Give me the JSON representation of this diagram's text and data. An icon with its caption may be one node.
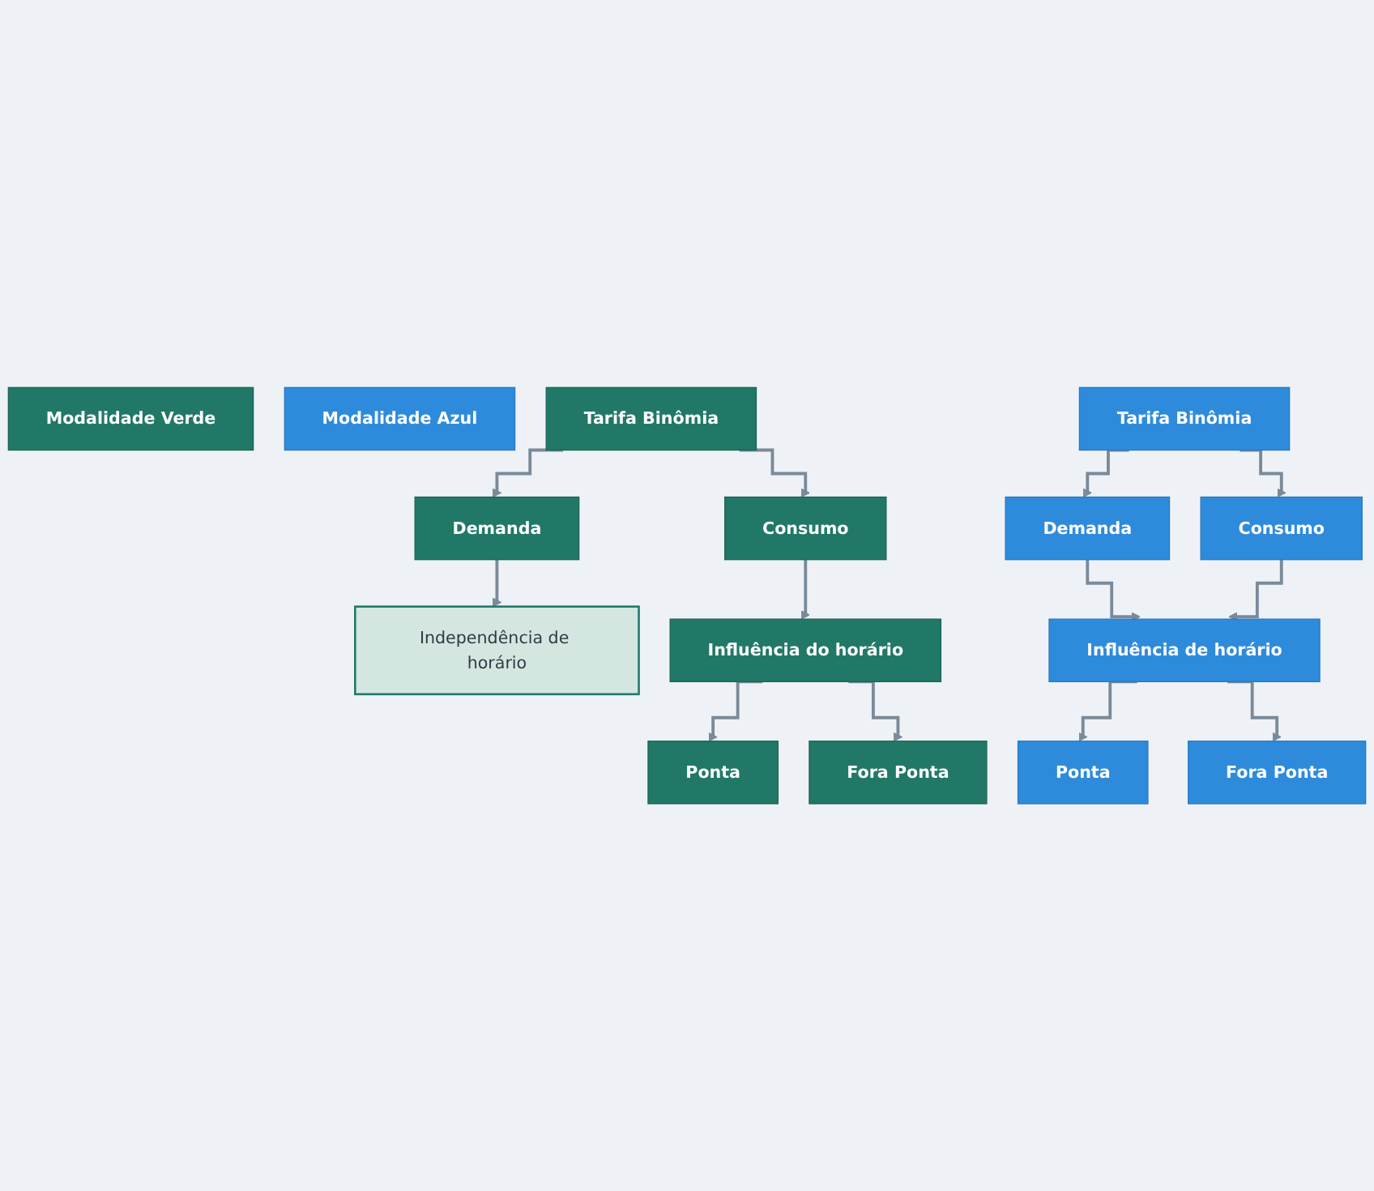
{
  "diagram": {
    "nodes": [
      {
        "text": [
          "Modalidade Verde"
        ]
      },
      {
        "text": [
          "Modalidade Azul"
        ]
      },
      {
        "text": [
          "Tarifa Binômia"
        ]
      },
      {
        "text": [
          "Demanda"
        ]
      },
      {
        "text": [
          "Consumo"
        ]
      },
      {
        "text": [
          "Independência de horário"
        ]
      },
      {
        "text": [
          "Influência do horário"
        ]
      },
      {
        "text": [
          "Ponta"
        ]
      },
      {
        "text": [
          "Fora Ponta"
        ]
      },
      {
        "text": [
          "Tarifa Binômia"
        ]
      },
      {
        "text": [
          "Demanda"
        ]
      },
      {
        "text": [
          "Consumo"
        ]
      },
      {
        "text": [
          "Influência de horário"
        ]
      },
      {
        "text": [
          "Ponta"
        ]
      },
      {
        "text": [
          "Fora Ponta"
        ]
      }
    ],
    "edges": [
      {
        "from": 2,
        "to": 3,
        "arrow": "to"
      },
      {
        "from": 2,
        "to": 4,
        "arrow": "to"
      },
      {
        "from": 3,
        "to": 5,
        "arrow": "to"
      },
      {
        "from": 4,
        "to": 6,
        "arrow": "to"
      },
      {
        "from": 6,
        "to": 7,
        "arrow": "to"
      },
      {
        "from": 6,
        "to": 8,
        "arrow": "to"
      },
      {
        "from": 9,
        "to": 10,
        "arrow": "to"
      },
      {
        "from": 9,
        "to": 11,
        "arrow": "to"
      },
      {
        "from": 10,
        "to": 12,
        "arrow": "to"
      },
      {
        "from": 11,
        "to": 12,
        "arrow": "to"
      },
      {
        "from": 12,
        "to": 13,
        "arrow": "to"
      },
      {
        "from": 12,
        "to": 14,
        "arrow": "to"
      }
    ]
  }
}
